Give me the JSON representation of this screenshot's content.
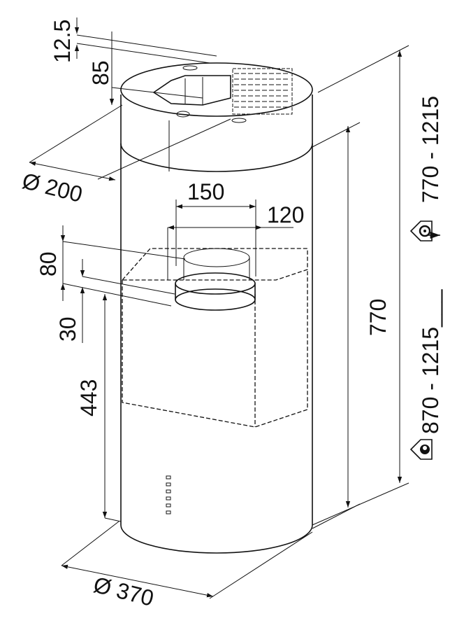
{
  "title": "Cylindrical island cooker hood dimensions",
  "dimensions": {
    "top_offset": "12.5",
    "collar_height": "85",
    "duct_diameter": "Ø 200",
    "outlet_width": "150",
    "outlet_diameter": "120",
    "outlet_height": "80",
    "outlet_offset": "30",
    "motor_height": "443",
    "body_height": "770",
    "hood_diameter": "Ø 370",
    "range_recirculation": "870 - 1215___",
    "range_extraction": "770 - 1215"
  },
  "icons": [
    "recirculation-house-icon",
    "extraction-house-icon"
  ]
}
